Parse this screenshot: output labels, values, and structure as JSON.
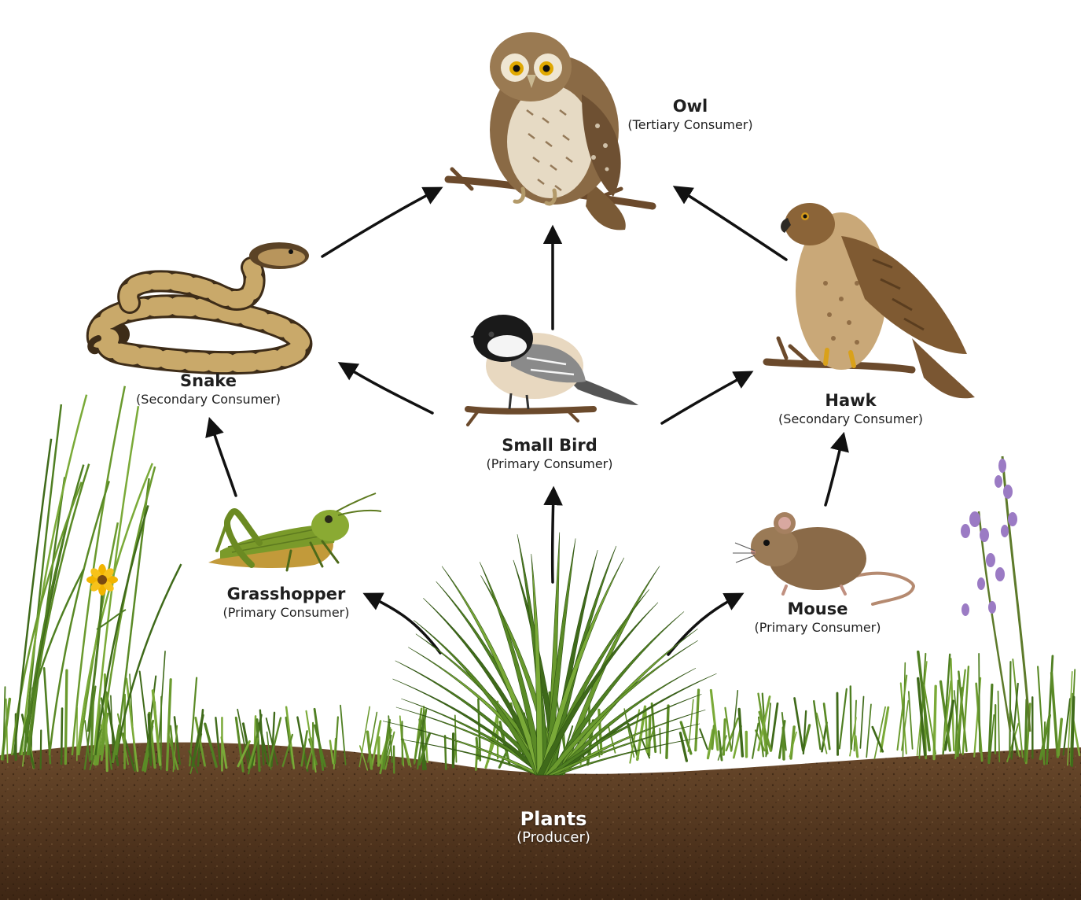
{
  "nodes": [
    {
      "id": "owl",
      "name": "Owl",
      "role": "(Tertiary Consumer)",
      "icon": "owl-icon"
    },
    {
      "id": "snake",
      "name": "Snake",
      "role": "(Secondary Consumer)",
      "icon": "snake-icon"
    },
    {
      "id": "hawk",
      "name": "Hawk",
      "role": "(Secondary Consumer)",
      "icon": "hawk-icon"
    },
    {
      "id": "bird",
      "name": "Small Bird",
      "role": "(Primary Consumer)",
      "icon": "small-bird-icon"
    },
    {
      "id": "grasshopper",
      "name": "Grasshopper",
      "role": "(Primary Consumer)",
      "icon": "grasshopper-icon"
    },
    {
      "id": "mouse",
      "name": "Mouse",
      "role": "(Primary Consumer)",
      "icon": "mouse-icon"
    },
    {
      "id": "plants",
      "name": "Plants",
      "role": "(Producer)",
      "icon": "grass-clump-icon"
    }
  ],
  "edges": [
    {
      "from": "plants",
      "to": "grasshopper"
    },
    {
      "from": "plants",
      "to": "bird"
    },
    {
      "from": "plants",
      "to": "mouse"
    },
    {
      "from": "grasshopper",
      "to": "snake"
    },
    {
      "from": "bird",
      "to": "snake"
    },
    {
      "from": "bird",
      "to": "owl"
    },
    {
      "from": "bird",
      "to": "hawk"
    },
    {
      "from": "mouse",
      "to": "hawk"
    },
    {
      "from": "snake",
      "to": "owl"
    },
    {
      "from": "hawk",
      "to": "owl"
    }
  ],
  "colors": {
    "soil": "#5a3a22",
    "grass": "#5f8f2a",
    "arrow": "#111111",
    "owl": "#8a6a45",
    "hawk": "#8b6438",
    "snake": "#5b4326",
    "grasshopper": "#7a9a2a",
    "mouse": "#8a6a48",
    "bird_cap": "#1a1a1a"
  }
}
